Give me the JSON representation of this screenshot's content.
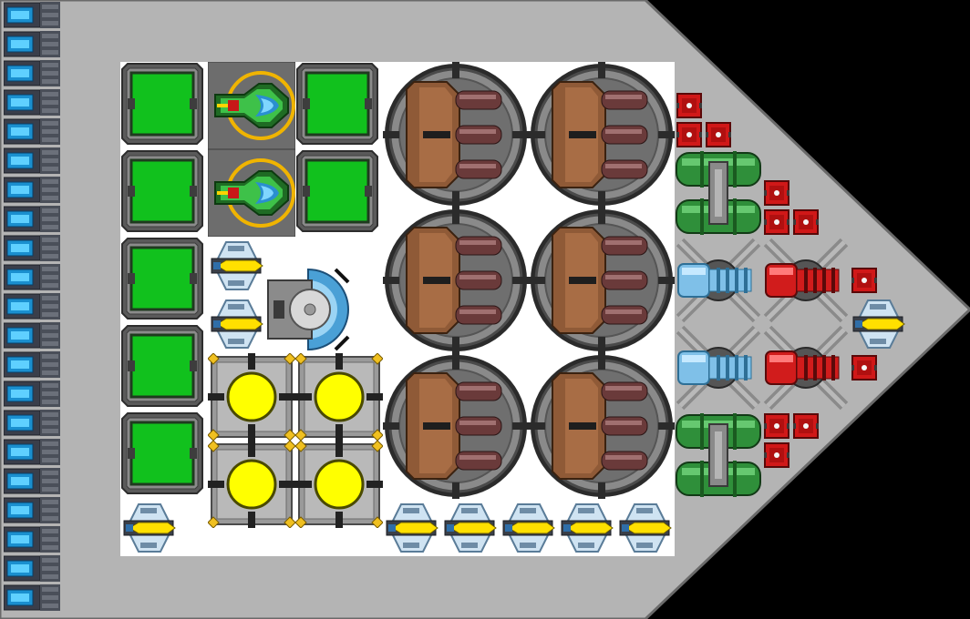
{
  "ship": {
    "hull_color": "#b4b4b4",
    "edge_color": "#6a6a6a",
    "module_bg": "#ffffff"
  },
  "palette": {
    "tank_green": "#11c11d",
    "reactor_yellow": "#ffff00",
    "turret_copper": "#8f5a37",
    "barrel_red": "#6a3a3a",
    "cannon_red": "#d11c1c",
    "cannon_blue": "#7fc0e8",
    "ammo_red": "#d01818"
  },
  "modules": {
    "thrusters": 21,
    "fuel_tanks": 7,
    "cockpits": 2,
    "shield_generator": 1,
    "reactors": 4,
    "heavy_turrets": 6,
    "small_engines": 9,
    "blue_cannons": 2,
    "red_cannons": 2,
    "green_generators": 2,
    "ammo_boxes": 11
  }
}
